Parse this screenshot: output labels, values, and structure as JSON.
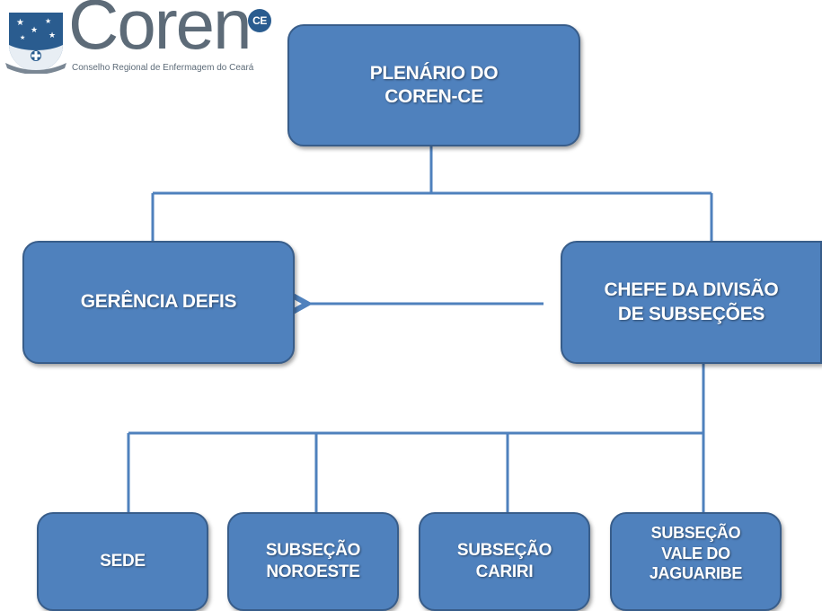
{
  "logo": {
    "wordmark": "Coren",
    "badge": "CE",
    "subtitle": "Conselho Regional de Enfermagem do Ceará",
    "icon": "shield-cross-stars-icon"
  },
  "colors": {
    "box_fill": "#4f81bd",
    "box_border": "#385d8a",
    "connector": "#4f81bd",
    "text": "#ffffff"
  },
  "nodes": {
    "plenario": "PLENÁRIO DO\nCOREN-CE",
    "gerencia": "GERÊNCIA DEFIS",
    "chefe": "CHEFE DA DIVISÃO\nDE SUBSEÇÕES",
    "sede": "SEDE",
    "noroeste": "SUBSEÇÃO\nNOROESTE",
    "cariri": "SUBSEÇÃO\nCARIRI",
    "jaguaribe": "SUBSEÇÃO\nVALE DO\nJAGUARIBE"
  }
}
